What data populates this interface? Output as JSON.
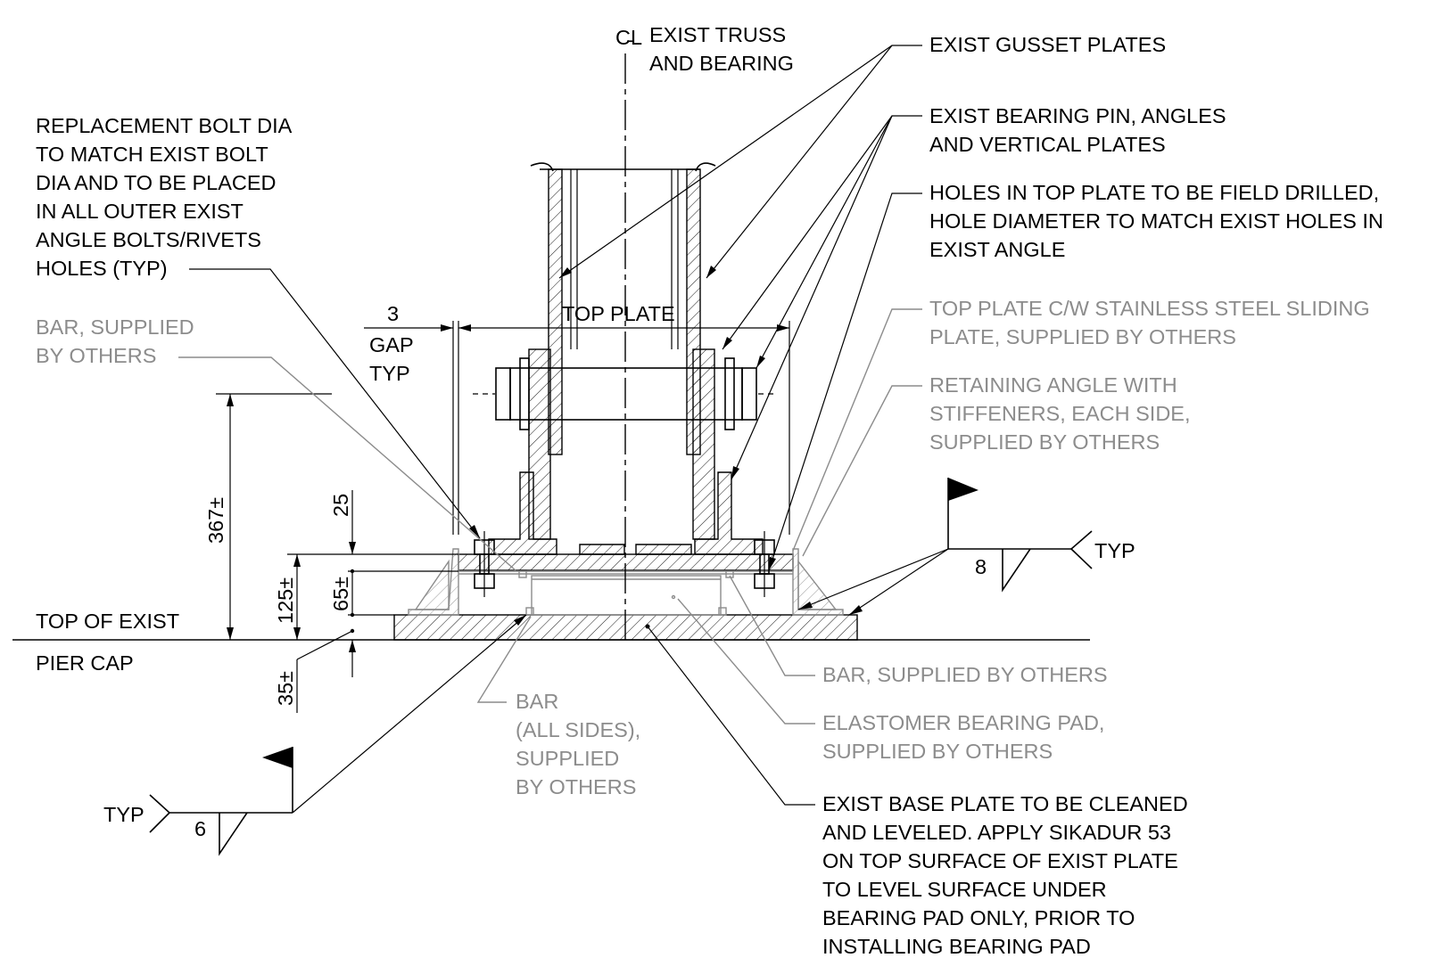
{
  "drawing": {
    "centerline_symbol": "C̵L",
    "labels": {
      "truss": [
        "EXIST TRUSS",
        "AND BEARING"
      ],
      "gusset": [
        "EXIST GUSSET PLATES"
      ],
      "pin": [
        "EXIST BEARING PIN, ANGLES",
        "AND VERTICAL PLATES"
      ],
      "holes": [
        "HOLES IN TOP PLATE TO BE FIELD DRILLED,",
        "HOLE DIAMETER TO MATCH EXIST HOLES IN",
        "EXIST ANGLE"
      ],
      "sliding": [
        "TOP PLATE C/W STAINLESS STEEL SLIDING",
        "PLATE, SUPPLIED BY OTHERS"
      ],
      "retaining": [
        "RETAINING ANGLE WITH",
        "STIFFENERS, EACH SIDE,",
        "SUPPLIED BY OTHERS"
      ],
      "bolt": [
        "REPLACEMENT BOLT DIA",
        "TO MATCH EXIST BOLT",
        "DIA AND TO BE PLACED",
        "IN ALL OUTER EXIST",
        "ANGLE BOLTS/RIVETS",
        "HOLES (TYP)"
      ],
      "bar_left": [
        "BAR, SUPPLIED",
        "BY OTHERS"
      ],
      "top_of_exist": "TOP OF EXIST",
      "pier_cap": "PIER CAP",
      "bar_right": "BAR, SUPPLIED BY OTHERS",
      "elastomer": [
        "ELASTOMER BEARING PAD,",
        "SUPPLIED BY OTHERS"
      ],
      "bar_all_sides": [
        "BAR",
        "(ALL SIDES),",
        "SUPPLIED",
        "BY OTHERS"
      ],
      "base_plate": [
        "EXIST BASE PLATE TO BE CLEANED",
        "AND LEVELED. APPLY SIKADUR 53",
        "ON TOP SURFACE OF EXIST PLATE",
        "TO LEVEL SURFACE UNDER",
        "BEARING PAD ONLY, PRIOR TO",
        "INSTALLING BEARING PAD"
      ],
      "top_plate": "TOP PLATE"
    },
    "dimensions": {
      "gap_value": "3",
      "gap_label": [
        "GAP",
        "TYP"
      ],
      "overall_height": "367±",
      "plate_thickness": "25",
      "height_125": "125±",
      "height_65": "65±",
      "height_35": "35±"
    },
    "welds": {
      "right": {
        "size": "8",
        "note": "TYP"
      },
      "left": {
        "size": "6",
        "note": "TYP"
      }
    },
    "colors": {
      "primary": "#000000",
      "by_others": "#8c8c8c"
    }
  }
}
